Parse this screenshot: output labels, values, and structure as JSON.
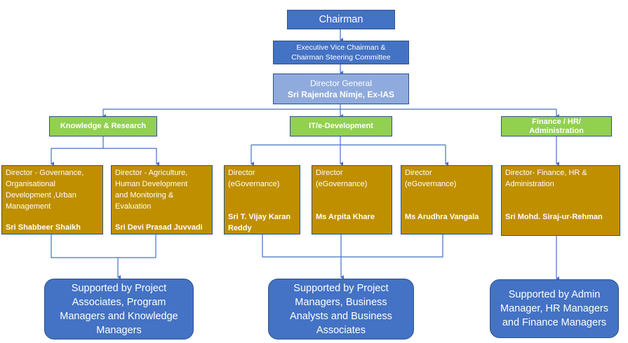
{
  "top": {
    "chairman": "Chairman",
    "evc_line1": "Executive Vice Chairman  &",
    "evc_line2": "Chairman Steering Committee",
    "dg_title": "Director General",
    "dg_name": "Sri Rajendra Nimje, Ex-IAS"
  },
  "divisions": [
    {
      "label": "Knowledge & Research"
    },
    {
      "label": "IT/e-Development"
    },
    {
      "label_line1": "Finance / HR/",
      "label_line2": "Administration"
    }
  ],
  "directors": [
    {
      "role": [
        "Director - Governance,",
        "Organisational",
        "Development ,Urban",
        "Management"
      ],
      "name": [
        "Sri  Shabbeer Shaikh"
      ]
    },
    {
      "role": [
        "Director - Agriculture,",
        "Human Development",
        "and Monitoring &",
        "Evaluation"
      ],
      "name": [
        "Sri Devi Prasad Juvvadi"
      ]
    },
    {
      "role": [
        "Director",
        "(eGovernance)"
      ],
      "name": [
        "Sri  T. Vijay Karan",
        "Reddy"
      ]
    },
    {
      "role": [
        "Director",
        "(eGovernance)"
      ],
      "name": [
        "Ms Arpita Khare"
      ]
    },
    {
      "role": [
        "Director",
        "(eGovernance)"
      ],
      "name": [
        "Ms Arudhra Vangala"
      ]
    },
    {
      "role": [
        "Director- Finance, HR &",
        "Administration"
      ],
      "name": [
        "Sri  Mohd. Siraj-ur-Rehman"
      ]
    }
  ],
  "support": [
    {
      "lines": [
        "Supported by Project",
        "Associates, Program",
        "Managers and Knowledge",
        "Managers"
      ]
    },
    {
      "lines": [
        "Supported by Project",
        "Managers, Business",
        "Analysts and Business",
        "Associates"
      ]
    },
    {
      "lines": [
        "Supported by Admin",
        "Manager, HR Managers",
        "and Finance Managers"
      ]
    }
  ],
  "colors": {
    "dark_blue": "#4472c4",
    "light_blue": "#8faadc",
    "green": "#92d050",
    "gold": "#bf8f00",
    "connector": "#4472c4"
  }
}
